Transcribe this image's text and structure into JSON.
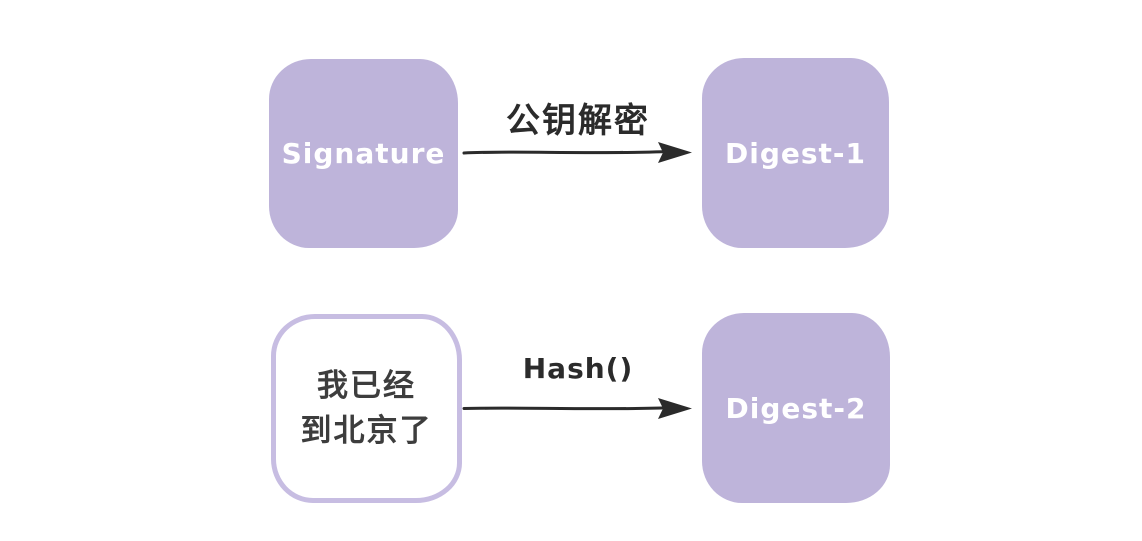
{
  "diagram": {
    "colors": {
      "box_fill": "#beb4da",
      "box_text": "#ffffff",
      "outline_border": "#c7bde2",
      "message_text": "#3d3d3d",
      "arrow_color": "#2b2b2b",
      "page_bg": "#ffffff"
    },
    "rows": [
      {
        "source_label": "Signature",
        "arrow_label": "公钥解密",
        "target_label": "Digest-1"
      },
      {
        "source_line1": "我已经",
        "source_line2": "到北京了",
        "arrow_label": "Hash()",
        "target_label": "Digest-2"
      }
    ]
  }
}
